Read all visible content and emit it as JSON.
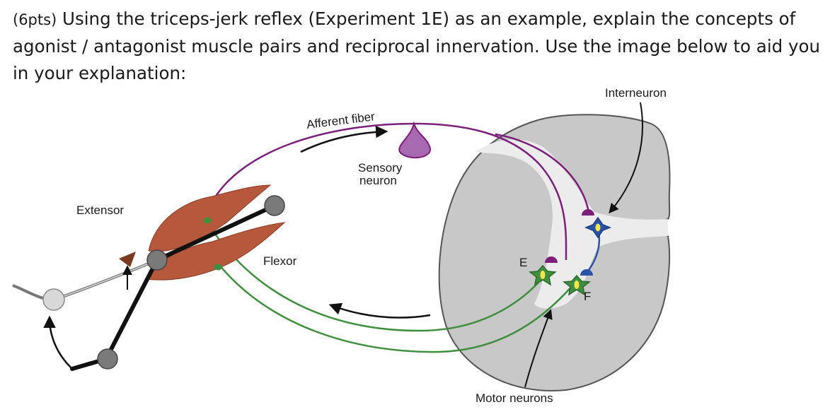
{
  "question": {
    "points": "(6pts)",
    "text": " Using the triceps-jerk reflex (Experiment 1E) as an example, explain the concepts of agonist / antagonist muscle pairs and reciprocal innervation. Use the image below to aid you in your explanation:"
  },
  "figure": {
    "labels": {
      "interneuron": "Interneuron",
      "afferent_fiber": "Afferent fiber",
      "sensory_neuron_line1": "Sensory",
      "sensory_neuron_line2": "neuron",
      "extensor": "Extensor",
      "flexor": "Flexor",
      "motor_neurons": "Motor neurons",
      "e_marker": "E",
      "f_marker": "F"
    },
    "colors": {
      "afferent": "#7b1f7a",
      "efferent": "#3f8f3f",
      "interneuron": "#2a52a8",
      "muscle": "#b5583c",
      "spinal_cord": "#c8c8c8",
      "gray_matter_channel": "#ececec",
      "sensory_soma": "#a76ab0",
      "bone": "#111111"
    }
  }
}
